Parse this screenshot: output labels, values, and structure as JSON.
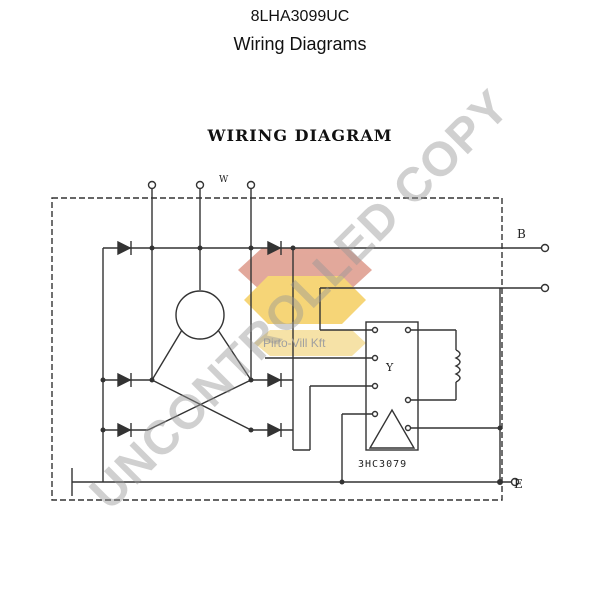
{
  "header": {
    "code": "8LHA3099UC",
    "subtitle": "Wiring Diagrams"
  },
  "diagram": {
    "title": "WIRING DIAGRAM",
    "terminal_b": "B",
    "terminal_e": "E",
    "terminal_w": "W",
    "regulator_pin": "Y",
    "regulator_chip": "3HC3079"
  },
  "logo": {
    "text": "Pirto-Vill Kft"
  },
  "watermark": {
    "text": "UNCONTROLLED COPY"
  },
  "colors": {
    "line": "#333333",
    "logo_red": "#d98b7a",
    "logo_yellow": "#f3c84a",
    "watermark": "#969696"
  }
}
